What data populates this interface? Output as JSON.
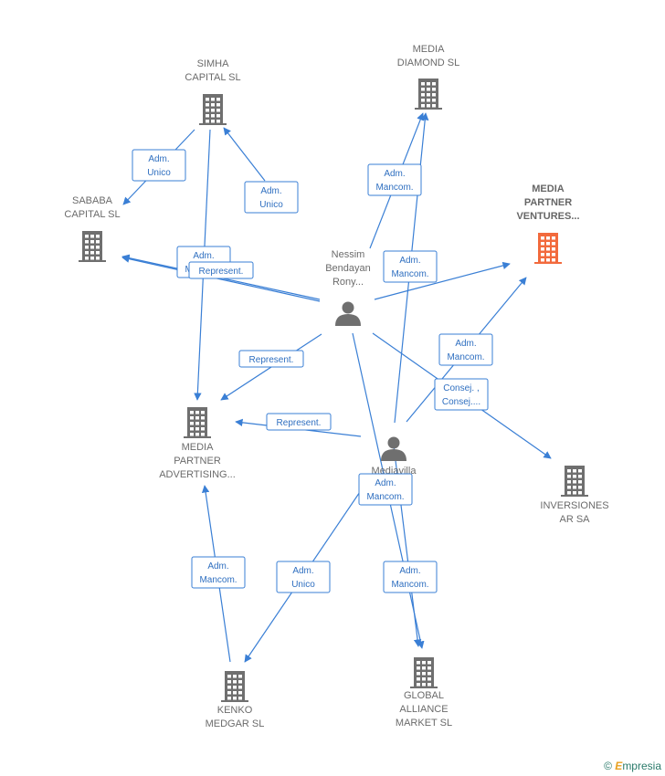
{
  "nodes": [
    {
      "id": "simha",
      "type": "company",
      "label": [
        "SIMHA",
        "CAPITAL  SL"
      ],
      "highlight": false
    },
    {
      "id": "media_diamond",
      "type": "company",
      "label": [
        "MEDIA",
        "DIAMOND SL"
      ],
      "highlight": false
    },
    {
      "id": "sababa",
      "type": "company",
      "label": [
        "SABABA",
        "CAPITAL  SL"
      ],
      "highlight": false
    },
    {
      "id": "media_partner_ventures",
      "type": "company",
      "label": [
        "MEDIA",
        "PARTNER",
        "VENTURES..."
      ],
      "highlight": true
    },
    {
      "id": "nessim",
      "type": "person",
      "label": [
        "Nessim",
        "Bendayan",
        "Rony..."
      ],
      "highlight": false
    },
    {
      "id": "media_partner_advertising",
      "type": "company",
      "label": [
        "MEDIA",
        "PARTNER",
        "ADVERTISING..."
      ],
      "highlight": false
    },
    {
      "id": "mediavilla",
      "type": "person",
      "label": [
        "Mediavilla",
        "..."
      ],
      "highlight": false
    },
    {
      "id": "inversiones_ar",
      "type": "company",
      "label": [
        "INVERSIONES",
        "AR SA"
      ],
      "highlight": false
    },
    {
      "id": "kenko",
      "type": "company",
      "label": [
        "KENKO",
        "MEDGAR  SL"
      ],
      "highlight": false
    },
    {
      "id": "global_alliance",
      "type": "company",
      "label": [
        "GLOBAL",
        "ALLIANCE",
        "MARKET  SL"
      ],
      "highlight": false
    }
  ],
  "edges": [
    {
      "from": "simha",
      "to": "sababa",
      "label": [
        "Adm.",
        "Unico"
      ]
    },
    {
      "from": "nessim",
      "to": "simha",
      "label": [
        "Adm.",
        "Unico"
      ]
    },
    {
      "from": "nessim",
      "to": "media_diamond",
      "label": [
        "Adm.",
        "Mancom."
      ]
    },
    {
      "from": "mediavilla",
      "to": "media_diamond",
      "label": [
        "Adm.",
        "Mancom."
      ]
    },
    {
      "from": "nessim",
      "to": "media_partner_ventures",
      "label": [
        "Adm.",
        "Mancom."
      ]
    },
    {
      "from": "mediavilla",
      "to": "media_partner_ventures",
      "label": [
        "Adm.",
        "Mancom."
      ]
    },
    {
      "from": "nessim",
      "to": "sababa",
      "label": [
        "Adm.",
        "Mancom."
      ]
    },
    {
      "from": "nessim",
      "to": "sababa",
      "label": [
        "Represent."
      ]
    },
    {
      "from": "simha",
      "to": "media_partner_advertising",
      "label": []
    },
    {
      "from": "nessim",
      "to": "media_partner_advertising",
      "label": [
        "Represent."
      ]
    },
    {
      "from": "mediavilla",
      "to": "media_partner_advertising",
      "label": [
        "Represent."
      ]
    },
    {
      "from": "nessim",
      "to": "inversiones_ar",
      "label": [
        "Consej. ,",
        "Consej...."
      ]
    },
    {
      "from": "mediavilla",
      "to": "kenko",
      "label": [
        "Adm.",
        "Unico"
      ]
    },
    {
      "from": "kenko",
      "to": "media_partner_advertising",
      "label": [
        "Adm.",
        "Mancom."
      ]
    },
    {
      "from": "mediavilla",
      "to": "global_alliance",
      "label": [
        "Adm.",
        "Mancom."
      ]
    },
    {
      "from": "nessim",
      "to": "global_alliance",
      "label": [
        "Adm.",
        "Mancom."
      ]
    }
  ],
  "footer": {
    "copyright": "©",
    "brand_first": "E",
    "brand_rest": "mpresia"
  },
  "colors": {
    "edge": "#3a7fd5",
    "company": "#6f6f6f",
    "company_highlight": "#f26a3d",
    "person": "#6f6f6f"
  },
  "icons": {
    "company": "building-icon",
    "person": "person-icon"
  }
}
